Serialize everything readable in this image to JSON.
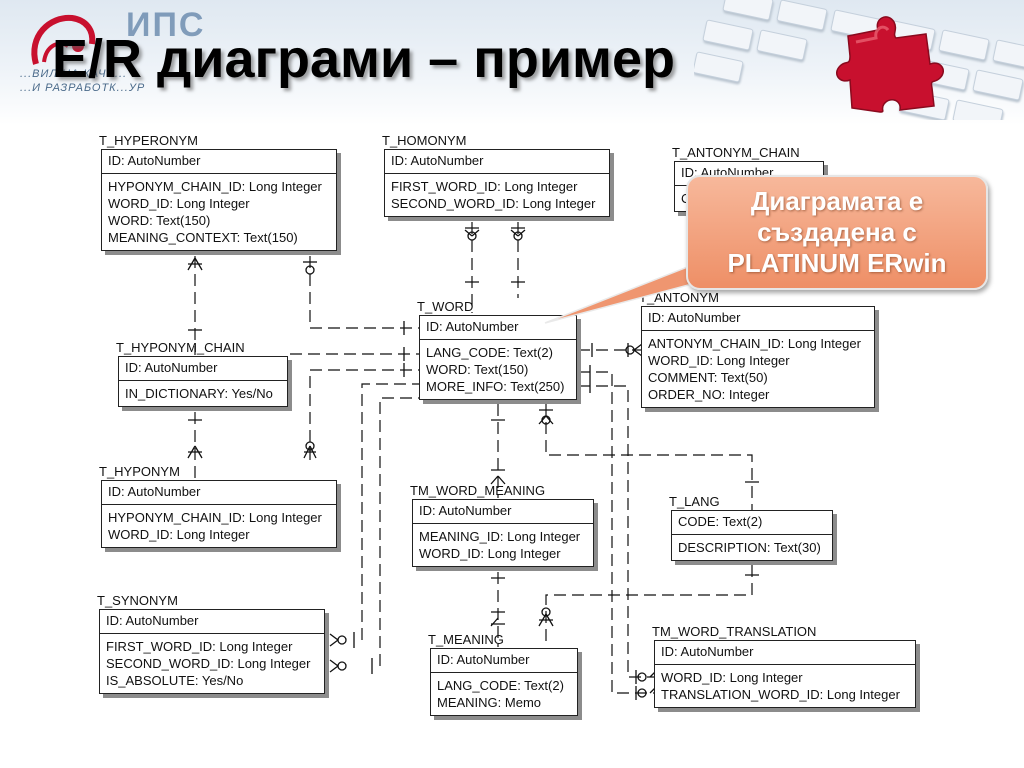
{
  "slide": {
    "title": "E/R диаграми – пример",
    "logo_text_1": "...ВИЛ НА КАЧЕ...",
    "logo_text_2": "...И РАЗРАБОТК...УР",
    "logo_letters": "ИПС",
    "callout": "Диаграмата е\nсъздадена с\nPLATINUM ERwin"
  },
  "colors": {
    "callout_fill": "#ee8f66",
    "puzzle_red": "#c8102e",
    "entity_border": "#222222"
  },
  "entities": {
    "t_hyperonym": {
      "name": "T_HYPERONYM",
      "pk": "ID: AutoNumber",
      "attrs": [
        "HYPONYM_CHAIN_ID: Long Integer",
        "WORD_ID: Long Integer",
        "WORD: Text(150)",
        "MEANING_CONTEXT: Text(150)"
      ]
    },
    "t_homonym": {
      "name": "T_HOMONYM",
      "pk": "ID: AutoNumber",
      "attrs": [
        "FIRST_WORD_ID: Long Integer",
        "SECOND_WORD_ID: Long Integer"
      ]
    },
    "t_antonym_chain": {
      "name": "T_ANTONYM_CHAIN",
      "pk": "ID: AutoNumber",
      "attrs": [
        "C"
      ]
    },
    "t_word": {
      "name": "T_WORD",
      "pk": "ID: AutoNumber",
      "attrs": [
        "LANG_CODE: Text(2)",
        "WORD: Text(150)",
        "MORE_INFO: Text(250)"
      ]
    },
    "t_antonym": {
      "name": "T_ANTONYM",
      "pk": "ID: AutoNumber",
      "attrs": [
        "ANTONYM_CHAIN_ID: Long Integer",
        "WORD_ID: Long Integer",
        "COMMENT: Text(50)",
        "ORDER_NO: Integer"
      ]
    },
    "t_hyponym_chain": {
      "name": "T_HYPONYM_CHAIN",
      "pk": "ID: AutoNumber",
      "attrs": [
        "IN_DICTIONARY: Yes/No"
      ]
    },
    "t_hyponym": {
      "name": "T_HYPONYM",
      "pk": "ID: AutoNumber",
      "attrs": [
        "HYPONYM_CHAIN_ID: Long Integer",
        "WORD_ID: Long Integer"
      ]
    },
    "tm_word_meaning": {
      "name": "TM_WORD_MEANING",
      "pk": "ID: AutoNumber",
      "attrs": [
        "MEANING_ID: Long Integer",
        "WORD_ID: Long Integer"
      ]
    },
    "t_lang": {
      "name": "T_LANG",
      "pk": "CODE: Text(2)",
      "attrs": [
        "DESCRIPTION: Text(30)"
      ]
    },
    "t_synonym": {
      "name": "T_SYNONYM",
      "pk": "ID: AutoNumber",
      "attrs": [
        "FIRST_WORD_ID: Long Integer",
        "SECOND_WORD_ID: Long Integer",
        "IS_ABSOLUTE: Yes/No"
      ]
    },
    "t_meaning": {
      "name": "T_MEANING",
      "pk": "ID: AutoNumber",
      "attrs": [
        "LANG_CODE: Text(2)",
        "MEANING: Memo"
      ]
    },
    "tm_word_translation": {
      "name": "TM_WORD_TRANSLATION",
      "pk": "ID: AutoNumber",
      "attrs": [
        "WORD_ID: Long Integer",
        "TRANSLATION_WORD_ID: Long Integer"
      ]
    }
  }
}
